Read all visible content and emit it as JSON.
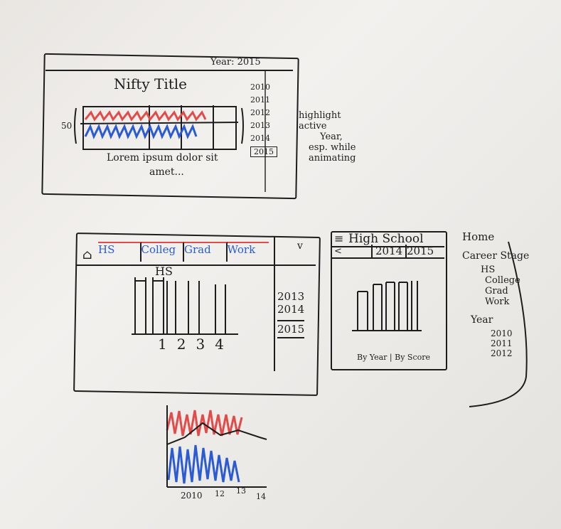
{
  "sketch1": {
    "year_label": "Year: 2015",
    "title": "Nifty Title",
    "axis_50": "50",
    "years": [
      "2010",
      "2011",
      "2012",
      "2013",
      "2014",
      "2015"
    ],
    "lorem_line1": "Lorem ipsum dolor sit",
    "lorem_line2": "amet...",
    "note": [
      "highlight",
      "active",
      "Year,",
      "esp. while",
      "animating"
    ]
  },
  "sketch2": {
    "tabs": [
      "HS",
      "Colleg",
      "Grad",
      "Work"
    ],
    "chevron": "v",
    "hs_label": "HS",
    "ticks": [
      "1",
      "2",
      "3",
      "4"
    ],
    "years": [
      "2013",
      "2014",
      "2015"
    ]
  },
  "sketch3": {
    "title": "High School",
    "prev": "<",
    "years": [
      "2014",
      "2015"
    ],
    "footer": "By Year | By Score"
  },
  "nav": {
    "home": "Home",
    "career": "Career Stage",
    "stages": [
      "HS",
      "College",
      "Grad",
      "Work"
    ],
    "year": "Year",
    "years": [
      "2010",
      "2011",
      "2012"
    ]
  },
  "sketch4": {
    "ticks": [
      "2010",
      "12",
      "13",
      "14"
    ]
  },
  "colors": {
    "ink": "#1d1d1d",
    "red": "#e34a4a",
    "blue": "#2a5bd4"
  }
}
